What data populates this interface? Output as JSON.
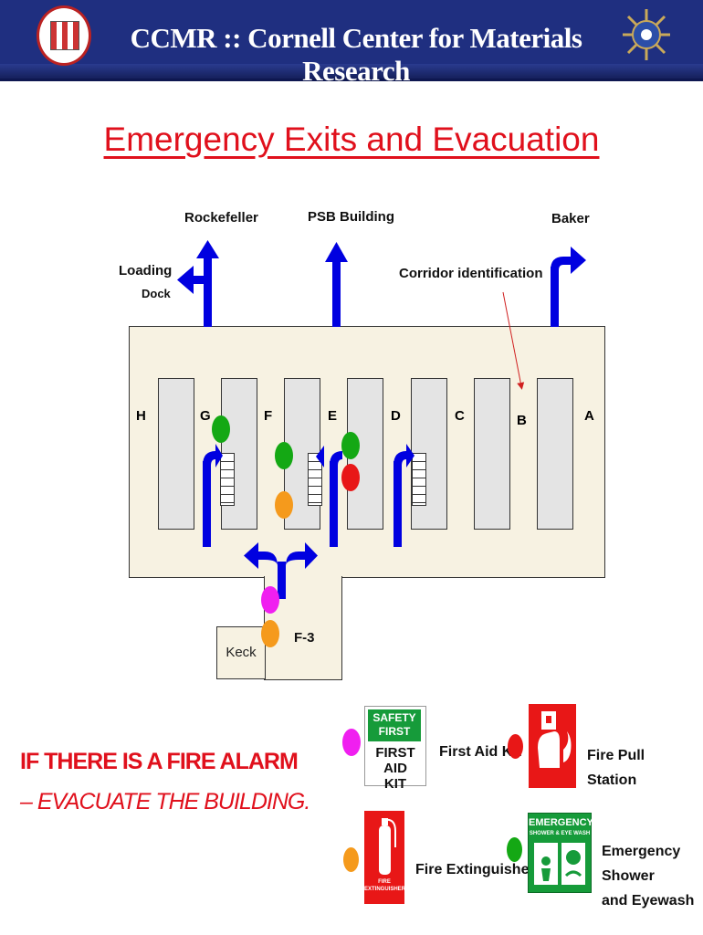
{
  "header": {
    "title": "CCMR :: Cornell Center for Materials Research"
  },
  "title": "Emergency Exits and Evacuation",
  "labels": {
    "rockefeller": "Rockefeller",
    "psb": "PSB Building",
    "baker": "Baker",
    "loading": "Loading",
    "dock": "Dock",
    "corridor_id": "Corridor identification",
    "f3": "F-3",
    "keck": "Keck"
  },
  "corridors": [
    "H",
    "G",
    "F",
    "E",
    "D",
    "C",
    "B",
    "A"
  ],
  "alarm": {
    "line1": "IF THERE IS A FIRE ALARM",
    "line2": "– EVACUATE THE BUILDING."
  },
  "legend": {
    "first_aid": "First Aid Kit",
    "fire_pull_1": "Fire Pull",
    "fire_pull_2": "Station",
    "extinguisher": "Fire Extinguisher",
    "shower_1": "Emergency",
    "shower_2": "Shower",
    "shower_3": "and Eyewash"
  },
  "signs": {
    "safety": "SAFETY",
    "first": "FIRST",
    "first_aid": "FIRST AID",
    "kit": "KIT",
    "fire": "FIRE",
    "extinguisher": "EXTINGUISHER",
    "emergency": "EMERGENCY",
    "shower_eye_wash": "SHOWER & EYE WASH"
  },
  "colors": {
    "arrow": "#0000e0",
    "first_aid": "#f01ff0",
    "fire_pull": "#e81717",
    "extinguisher": "#f59a1c",
    "shower": "#14a814",
    "title": "#e0101c"
  }
}
